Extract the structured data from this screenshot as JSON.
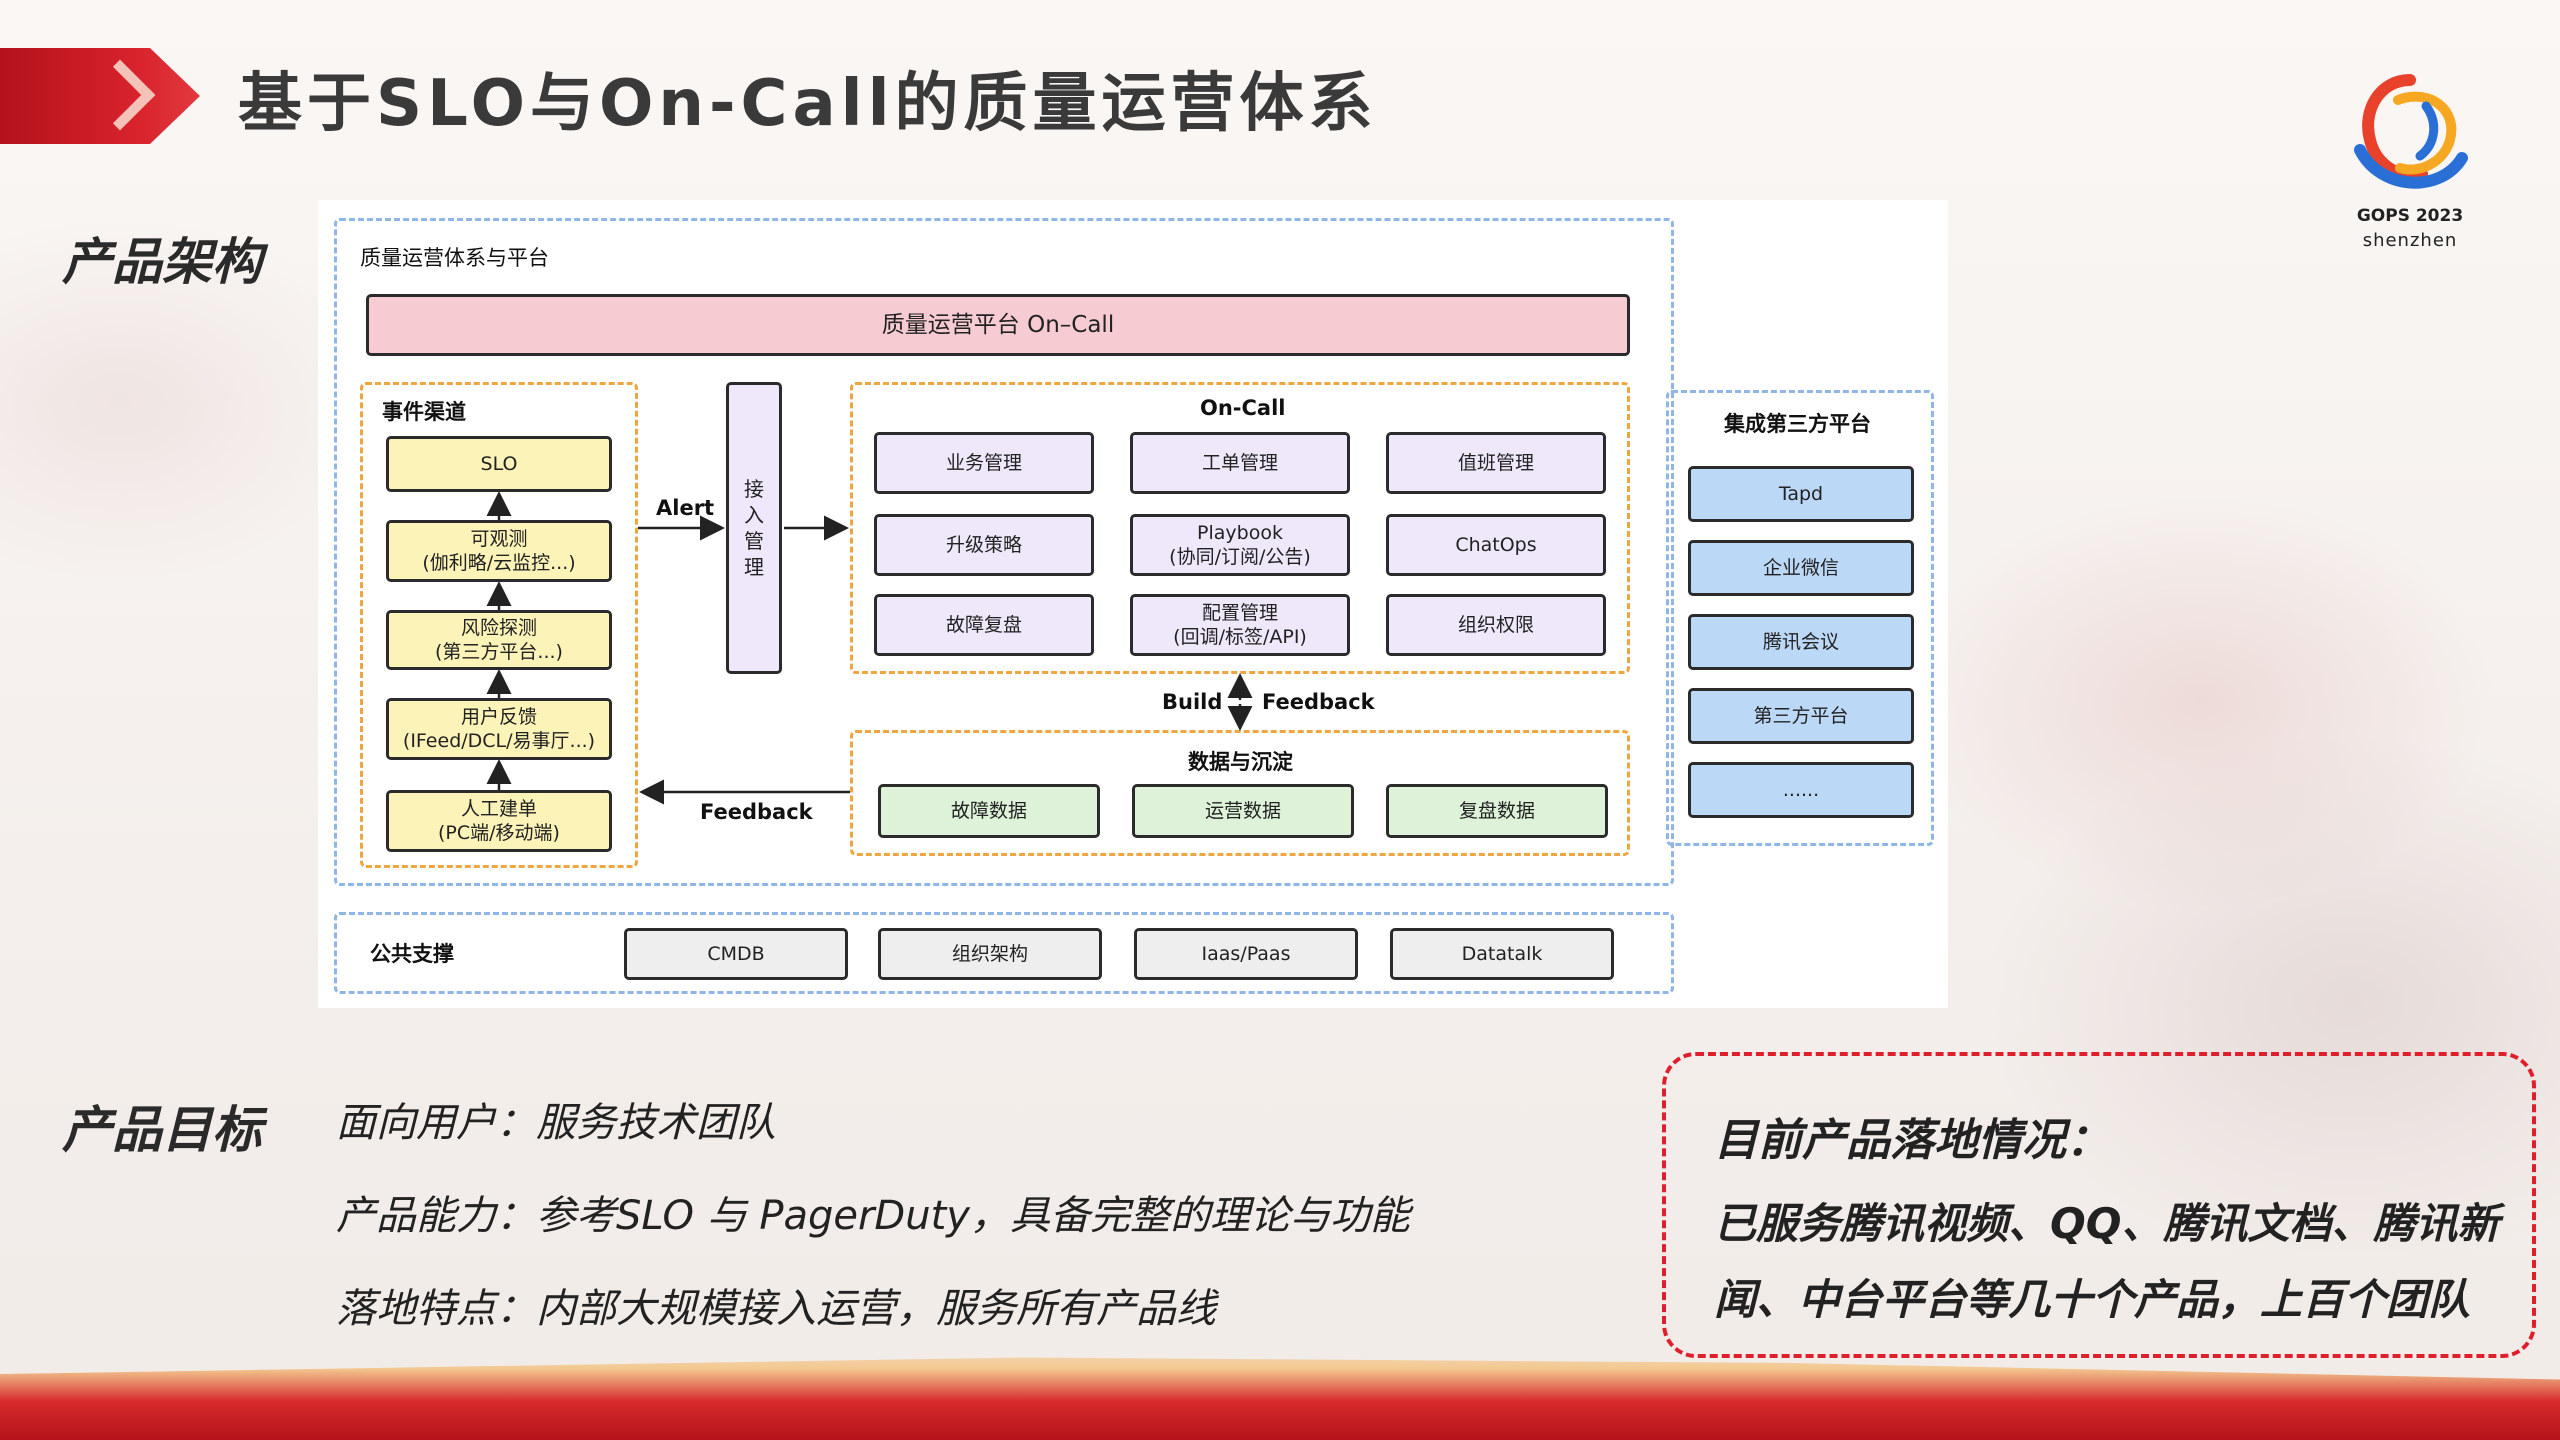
{
  "slide": {
    "title": "基于SLO与On-Call的质量运营体系",
    "logo": {
      "line1": "GOPS 2023",
      "line2": "shenzhen"
    }
  },
  "sections": {
    "architecture_label": "产品架构",
    "goals_label": "产品目标"
  },
  "diagram": {
    "outer_title": "质量运营体系与平台",
    "platform_bar": "质量运营平台 On–Call",
    "event_channels": {
      "title": "事件渠道",
      "items": [
        "SLO",
        "可观测\n(伽利略/云监控...)",
        "风险探测\n(第三方平台...)",
        "用户反馈\n(IFeed/DCL/易事厅...)",
        "人工建单\n(PC端/移动端)"
      ]
    },
    "access": {
      "label": "接入管理"
    },
    "alert_label": "Alert",
    "oncall": {
      "title": "On-Call",
      "items": [
        "业务管理",
        "工单管理",
        "值班管理",
        "升级策略",
        "Playbook\n(协同/订阅/公告)",
        "ChatOps",
        "故障复盘",
        "配置管理\n(回调/标签/API)",
        "组织权限"
      ]
    },
    "build_label": "Build",
    "feedback_label": "Feedback",
    "data": {
      "title": "数据与沉淀",
      "items": [
        "故障数据",
        "运营数据",
        "复盘数据"
      ]
    },
    "feedback_bottom_label": "Feedback",
    "third_party": {
      "title": "集成第三方平台",
      "items": [
        "Tapd",
        "企业微信",
        "腾讯会议",
        "第三方平台",
        "......"
      ]
    },
    "public_support": {
      "title": "公共支撑",
      "items": [
        "CMDB",
        "组织架构",
        "Iaas/Paas",
        "Datatalk"
      ]
    }
  },
  "goals": {
    "users": "面向用户：服务技术团队",
    "capability": "产品能力：参考SLO 与 PagerDuty，具备完整的理论与功能",
    "landing": "落地特点：内部大规模接入运营，服务所有产品线"
  },
  "status": {
    "title": "目前产品落地情况：",
    "body": "已服务腾讯视频、QQ、腾讯文档、腾讯新闻、中台平台等几十个产品，上百个团队"
  },
  "colors": {
    "ribbon_red": "#d9232d",
    "blue_dash": "#8fb6e6",
    "orange_dash": "#f0a640",
    "status_red": "#e01f2c"
  }
}
